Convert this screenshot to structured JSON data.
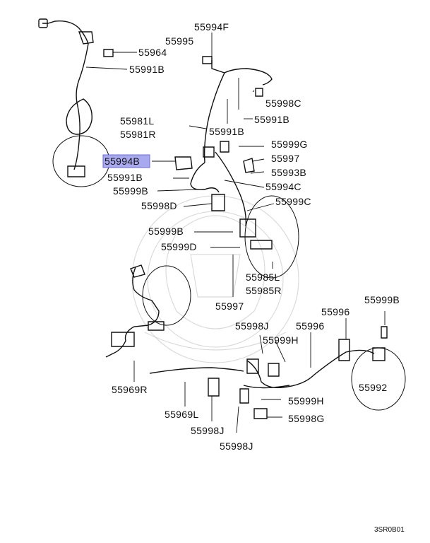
{
  "labels": [
    {
      "id": "55994F",
      "text": "55994F"
    },
    {
      "id": "55995",
      "text": "55995"
    },
    {
      "id": "55964",
      "text": "55964"
    },
    {
      "id": "55991B_a",
      "text": "55991B"
    },
    {
      "id": "55998C",
      "text": "55998C"
    },
    {
      "id": "55991B_b",
      "text": "55991B"
    },
    {
      "id": "55981L",
      "text": "55981L"
    },
    {
      "id": "55981R",
      "text": "55981R"
    },
    {
      "id": "55991B_c",
      "text": "55991B"
    },
    {
      "id": "55999G",
      "text": "55999G"
    },
    {
      "id": "55994B",
      "text": "55994B"
    },
    {
      "id": "55997_a",
      "text": "55997"
    },
    {
      "id": "55993B",
      "text": "55993B"
    },
    {
      "id": "55991B_d",
      "text": "55991B"
    },
    {
      "id": "55994C",
      "text": "55994C"
    },
    {
      "id": "55999B_a",
      "text": "55999B"
    },
    {
      "id": "55998D",
      "text": "55998D"
    },
    {
      "id": "55999C",
      "text": "55999C"
    },
    {
      "id": "55999B_b",
      "text": "55999B"
    },
    {
      "id": "55999D",
      "text": "55999D"
    },
    {
      "id": "55985L",
      "text": "55985L"
    },
    {
      "id": "55985R",
      "text": "55985R"
    },
    {
      "id": "55997_b",
      "text": "55997"
    },
    {
      "id": "55996_a",
      "text": "55996"
    },
    {
      "id": "55999B_c",
      "text": "55999B"
    },
    {
      "id": "55998J_a",
      "text": "55998J"
    },
    {
      "id": "55996_b",
      "text": "55996"
    },
    {
      "id": "55999H_a",
      "text": "55999H"
    },
    {
      "id": "55969R",
      "text": "55969R"
    },
    {
      "id": "55992",
      "text": "55992"
    },
    {
      "id": "55999H_b",
      "text": "55999H"
    },
    {
      "id": "55969L",
      "text": "55969L"
    },
    {
      "id": "55998G",
      "text": "55998G"
    },
    {
      "id": "55998J_b",
      "text": "55998J"
    },
    {
      "id": "55998J_c",
      "text": "55998J"
    }
  ],
  "highlighted_label": "55994B",
  "diagram_code": "3SR0B01",
  "colors": {
    "highlight_fill": "#a9a9f0",
    "ink": "#111111",
    "watermark": "#bdbdbd"
  }
}
